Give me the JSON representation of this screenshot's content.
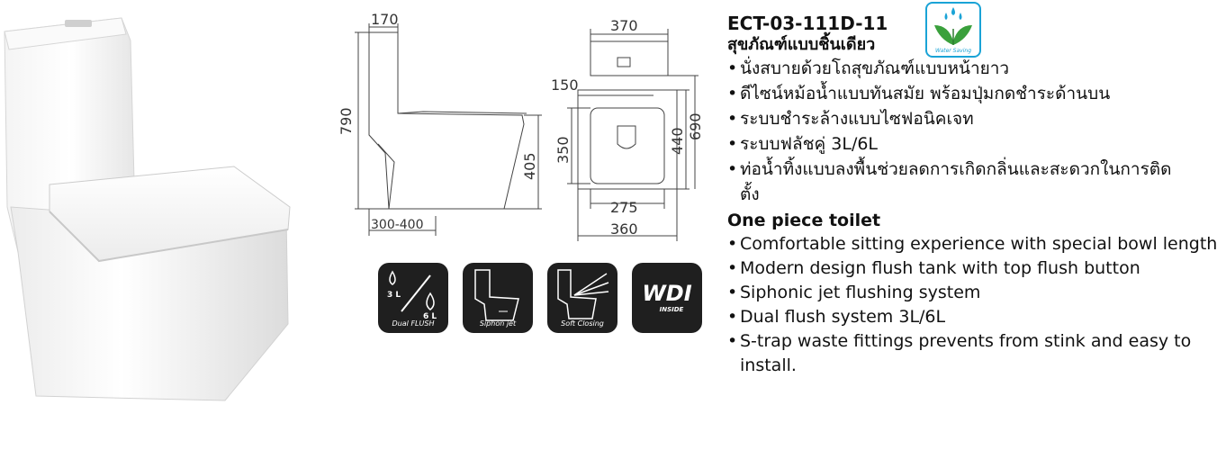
{
  "product": {
    "model": "ECT-03-111D-11",
    "thai_title": "สุขภัณฑ์แบบชิ้นเดียว",
    "thai_features": [
      "นั่งสบายด้วยโถสุขภัณฑ์แบบหน้ายาว",
      "ดีไซน์หม้อน้ำแบบทันสมัย พร้อมปุ่มกดชำระด้านบน",
      "ระบบชำระล้างแบบไซฟอนิคเจท",
      "ระบบฟลัชคู่ 3L/6L",
      "ท่อน้ำทิ้งแบบลงพื้นช่วยลดการเกิดกลิ่นและสะดวกในการติดตั้ง"
    ],
    "english_heading": "One piece toilet",
    "english_features": [
      "Comfortable sitting experience with special bowl length",
      "Modern design flush tank with top flush button",
      "Siphonic jet flushing system",
      "Dual flush system 3L/6L",
      "S-trap waste fittings prevents from stink and easy to install."
    ]
  },
  "badge": {
    "label": "Water Saving"
  },
  "dimensions": {
    "side_top": "170",
    "side_height": "790",
    "side_seat": "405",
    "side_rough_in": "300-400",
    "plan_top": "370",
    "plan_offset": "150",
    "plan_inner": "350",
    "plan_depth_inner": "440",
    "plan_depth_outer": "690",
    "plan_inner_width": "275",
    "plan_width": "360"
  },
  "feature_icons": [
    {
      "icon": "dual-flush-icon",
      "label": "Dual FLUSH",
      "volume_small": "3 L",
      "volume_large": "6 L"
    },
    {
      "icon": "siphon-jet-icon",
      "label": "Siphon jet"
    },
    {
      "icon": "soft-closing-icon",
      "label": "Soft Closing"
    },
    {
      "icon": "wdi-icon",
      "brand": "WDI",
      "sub": "INSIDE"
    }
  ],
  "colors": {
    "badge_blue": "#1aa3d6",
    "leaf_green": "#3aa03c",
    "icon_bg": "#1f1f1f"
  }
}
